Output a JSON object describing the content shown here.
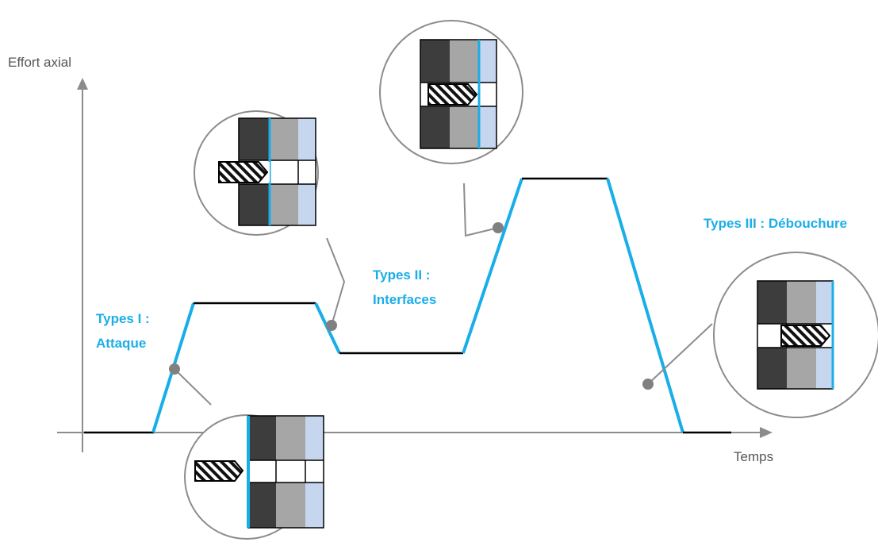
{
  "axes": {
    "y_label": "Effort axial",
    "x_label": "Temps"
  },
  "annotations": {
    "type1_line1": "Types I :",
    "type1_line2": "Attaque",
    "type2_line1": "Types II :",
    "type2_line2": "Interfaces",
    "type3_line1": "Types III : Débouchure"
  },
  "colors": {
    "accent": "#1aaee8",
    "curve": "#000000",
    "axis": "#8c8c8c",
    "marker": "#808080",
    "layer_dark": "#3d3d3d",
    "layer_mid": "#a6a6a6",
    "layer_light": "#c5d6ee"
  },
  "icons": {
    "drill": "drill-bit-icon",
    "stack": "material-stack-icon"
  }
}
